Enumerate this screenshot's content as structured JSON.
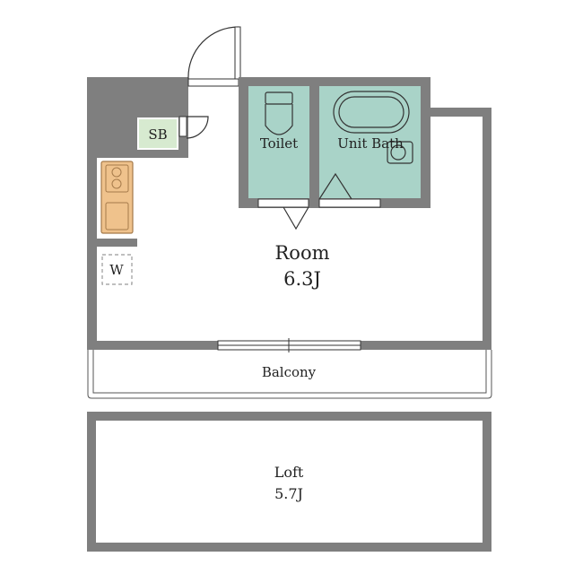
{
  "rooms": {
    "main": {
      "name": "Room",
      "size": "6.3J"
    },
    "toilet": {
      "name": "Toilet"
    },
    "bath": {
      "name": "Unit Bath"
    },
    "shoe_box": {
      "name": "SB"
    },
    "washer": {
      "name": "W"
    },
    "balcony": {
      "name": "Balcony"
    },
    "loft": {
      "name": "Loft",
      "size": "5.7J"
    }
  },
  "colors": {
    "wall": "#7f7f7f",
    "wet_area": "#a9d3c8",
    "shoe_box": "#d7ead0",
    "kitchen": "#efc28c"
  }
}
